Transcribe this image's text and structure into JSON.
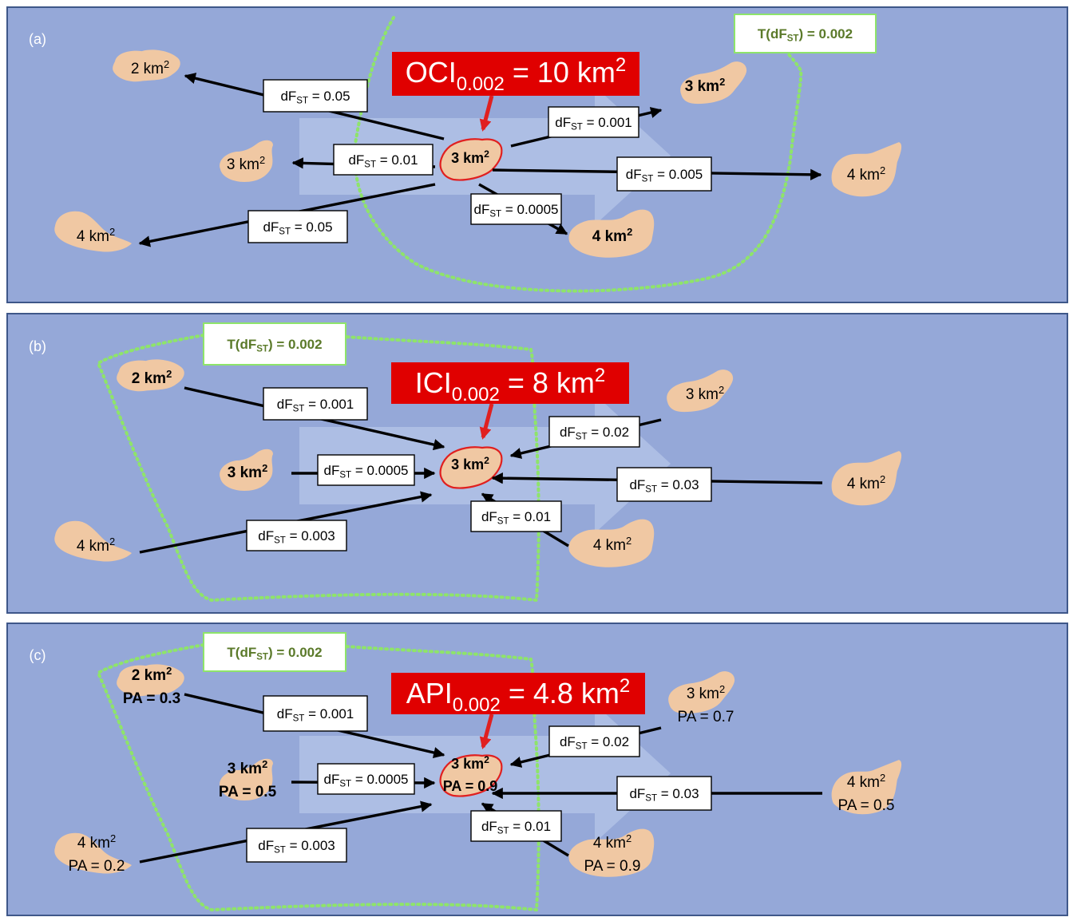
{
  "colors": {
    "ocean": "#95a8d8",
    "panel_border": "#3e5789",
    "flow_arrow": "#b6c6e8",
    "island": "#f0c8a3",
    "focal_outline": "#e02020",
    "threshold_dotted": "#8ee46a",
    "threshold_text": "#5b7a2a",
    "threshold_box_border": "#8ee46a",
    "metric_box": "#e00000",
    "metric_text": "#ffffff",
    "edge_line": "#000000",
    "label_box_fill": "#ffffff",
    "label_box_border": "#000000"
  },
  "panels": [
    {
      "tag": "(a)",
      "threshold_label": "T(dFST) = 0.002",
      "metric": {
        "name": "OCI",
        "subscript": "0.002",
        "value": "10 km²"
      },
      "focal": {
        "area": "3 km²",
        "pa": ""
      },
      "direction": "outgoing",
      "patches": [
        {
          "id": "top-left",
          "area": "2 km²",
          "bold": false,
          "pa": ""
        },
        {
          "id": "mid-left",
          "area": "3 km²",
          "bold": false,
          "pa": ""
        },
        {
          "id": "bottom-left",
          "area": "4 km²",
          "bold": false,
          "pa": ""
        },
        {
          "id": "top-right",
          "area": "3 km²",
          "bold": true,
          "pa": ""
        },
        {
          "id": "far-right",
          "area": "4 km²",
          "bold": false,
          "pa": ""
        },
        {
          "id": "bottom-right",
          "area": "4 km²",
          "bold": true,
          "pa": ""
        }
      ],
      "edges": [
        {
          "patch": "top-left",
          "dfst": "dFST = 0.05"
        },
        {
          "patch": "mid-left",
          "dfst": "dFST = 0.01"
        },
        {
          "patch": "bottom-left",
          "dfst": "dFST = 0.05"
        },
        {
          "patch": "top-right",
          "dfst": "dFST = 0.001"
        },
        {
          "patch": "far-right",
          "dfst": "dFST = 0.005"
        },
        {
          "patch": "bottom-right",
          "dfst": "dFST = 0.0005"
        }
      ]
    },
    {
      "tag": "(b)",
      "threshold_label": "T(dFST) = 0.002",
      "metric": {
        "name": "ICI",
        "subscript": "0.002",
        "value": "8 km²"
      },
      "focal": {
        "area": "3 km²",
        "pa": ""
      },
      "direction": "incoming",
      "patches": [
        {
          "id": "top-left",
          "area": "2 km²",
          "bold": true,
          "pa": ""
        },
        {
          "id": "mid-left",
          "area": "3 km²",
          "bold": true,
          "pa": ""
        },
        {
          "id": "bottom-left",
          "area": "4 km²",
          "bold": false,
          "pa": ""
        },
        {
          "id": "top-right",
          "area": "3 km²",
          "bold": false,
          "pa": ""
        },
        {
          "id": "far-right",
          "area": "4 km²",
          "bold": false,
          "pa": ""
        },
        {
          "id": "bottom-right",
          "area": "4 km²",
          "bold": false,
          "pa": ""
        }
      ],
      "edges": [
        {
          "patch": "top-left",
          "dfst": "dFST = 0.001"
        },
        {
          "patch": "mid-left",
          "dfst": "dFST = 0.0005"
        },
        {
          "patch": "bottom-left",
          "dfst": "dFST = 0.003"
        },
        {
          "patch": "top-right",
          "dfst": "dFST = 0.02"
        },
        {
          "patch": "far-right",
          "dfst": "dFST = 0.03"
        },
        {
          "patch": "bottom-right",
          "dfst": "dFST = 0.01"
        }
      ]
    },
    {
      "tag": "(c)",
      "threshold_label": "T(dFST) = 0.002",
      "metric": {
        "name": "API",
        "subscript": "0.002",
        "value": "4.8 km²"
      },
      "focal": {
        "area": "3 km²",
        "pa": "PA = 0.9"
      },
      "direction": "incoming",
      "patches": [
        {
          "id": "top-left",
          "area": "2 km²",
          "bold": true,
          "pa": "PA = 0.3"
        },
        {
          "id": "mid-left",
          "area": "3 km²",
          "bold": true,
          "pa": "PA = 0.5"
        },
        {
          "id": "bottom-left",
          "area": "4 km²",
          "bold": false,
          "pa": "PA = 0.2"
        },
        {
          "id": "top-right",
          "area": "3 km²",
          "bold": false,
          "pa": "PA = 0.7"
        },
        {
          "id": "far-right",
          "area": "4 km²",
          "bold": false,
          "pa": "PA = 0.5"
        },
        {
          "id": "bottom-right",
          "area": "4 km²",
          "bold": false,
          "pa": "PA = 0.9"
        }
      ],
      "edges": [
        {
          "patch": "top-left",
          "dfst": "dFST = 0.001"
        },
        {
          "patch": "mid-left",
          "dfst": "dFST = 0.0005"
        },
        {
          "patch": "bottom-left",
          "dfst": "dFST = 0.003"
        },
        {
          "patch": "top-right",
          "dfst": "dFST = 0.02"
        },
        {
          "patch": "far-right",
          "dfst": "dFST = 0.03"
        },
        {
          "patch": "bottom-right",
          "dfst": "dFST = 0.01"
        }
      ]
    }
  ]
}
